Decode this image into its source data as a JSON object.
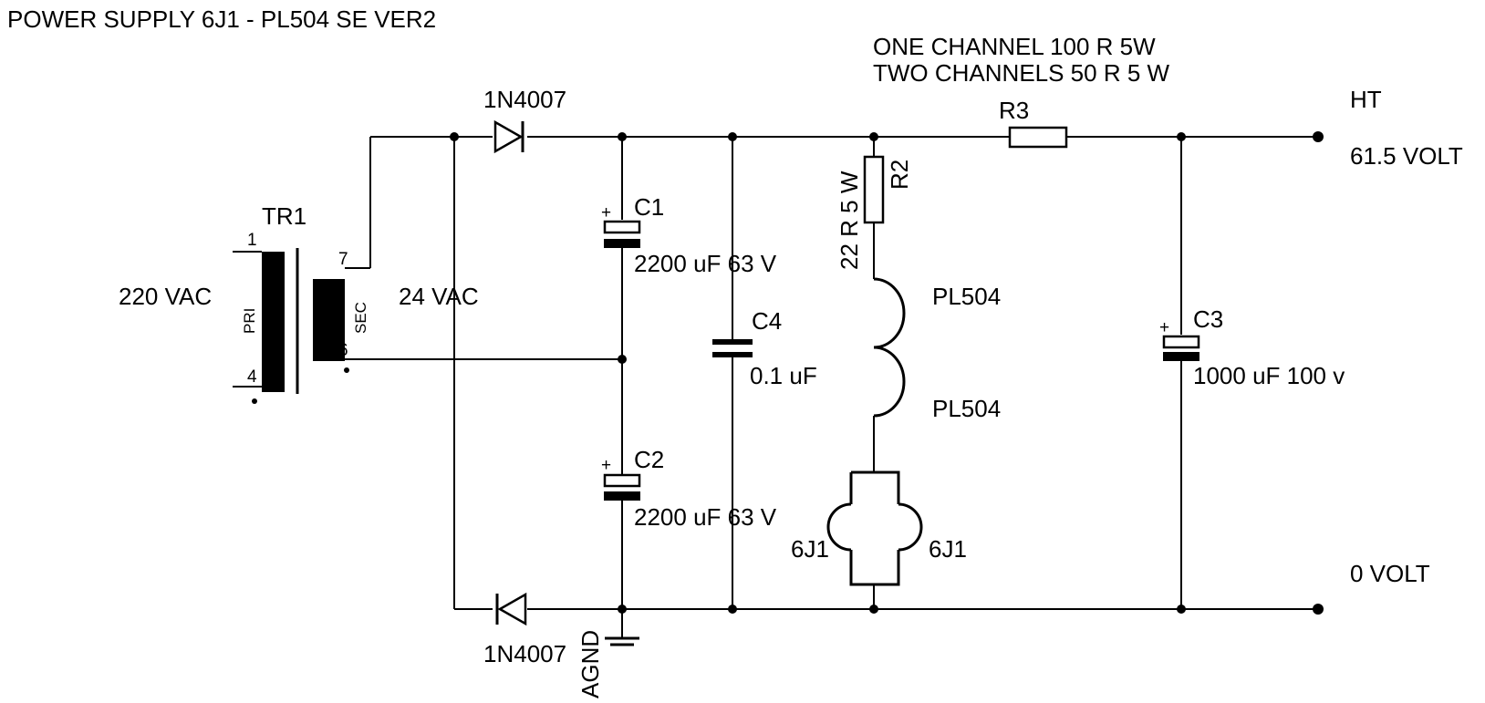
{
  "title": "POWER SUPPLY 6J1 - PL504 SE VER2",
  "note": {
    "line1": "ONE CHANNEL  100 R 5W",
    "line2": "TWO CHANNELS   50 R  5 W"
  },
  "transformer": {
    "ref": "TR1",
    "primary_label": "PRI",
    "secondary_label": "SEC",
    "pin1": "1",
    "pin4": "4",
    "pin7": "7",
    "pin6": "6",
    "input": "220 VAC",
    "output": "24 VAC"
  },
  "diodes": {
    "d_top": "1N4007",
    "d_bottom": "1N4007"
  },
  "capacitors": {
    "c1_ref": "C1",
    "c1_val": "2200 uF 63 V",
    "c2_ref": "C2",
    "c2_val": "2200 uF 63 V",
    "c3_ref": "C3",
    "c3_val": "1000 uF 100 v",
    "c4_ref": "C4",
    "c4_val": "0.1 uF",
    "plus": "+"
  },
  "resistors": {
    "r2_ref": "R2",
    "r2_val": "22 R 5 W",
    "r3_ref": "R3"
  },
  "heaters": {
    "pl504_a": "PL504",
    "pl504_b": "PL504",
    "six_j1_left": "6J1",
    "six_j1_right": "6J1"
  },
  "ground": {
    "label": "AGND"
  },
  "outputs": {
    "ht_label": "HT",
    "ht_value": "61.5 VOLT",
    "zero_label": "0 VOLT"
  }
}
